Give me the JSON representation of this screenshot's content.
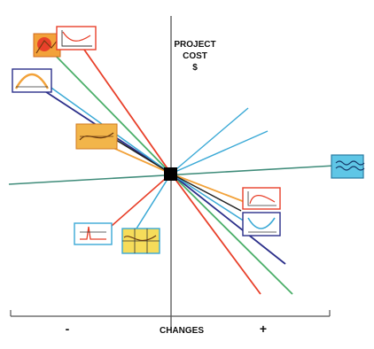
{
  "y_axis": {
    "line1": "PROJECT",
    "line2": "COST",
    "line3": "$"
  },
  "x_axis": {
    "label": "CHANGES",
    "minus": "-",
    "plus": "+"
  },
  "colors": {
    "red": "#e8402a",
    "green": "#4caf6a",
    "navy": "#2b2f8a",
    "cyan": "#3aa9d6",
    "orange": "#f2a23a",
    "axis": "#555555",
    "node": "#000000"
  },
  "icons": [
    "thumbnail-orange-chart-icon",
    "thumbnail-red-line-chart-icon",
    "thumbnail-arc-chart-icon",
    "thumbnail-orange-wave-chart-icon",
    "thumbnail-water-icon",
    "thumbnail-curve-chart-icon",
    "thumbnail-valley-chart-icon",
    "thumbnail-spike-chart-icon",
    "thumbnail-yellow-grid-chart-icon"
  ]
}
